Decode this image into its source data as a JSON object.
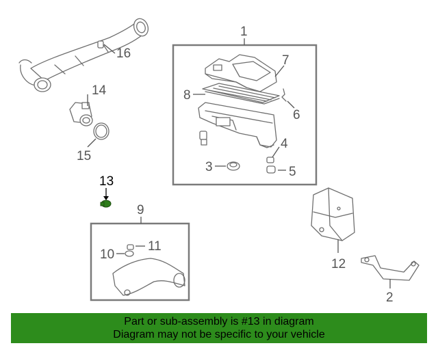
{
  "callouts": {
    "c1": "1",
    "c2": "2",
    "c3": "3",
    "c4": "4",
    "c5": "5",
    "c6": "6",
    "c7": "7",
    "c8": "8",
    "c9": "9",
    "c10": "10",
    "c11": "11",
    "c12": "12",
    "c13": "13",
    "c14": "14",
    "c15": "15",
    "c16": "16"
  },
  "highlighted_part": "13",
  "colors": {
    "banner": "#2d8c1c",
    "highlight_part": "#2e7d1a",
    "line": "#6e6e6e"
  },
  "banner": {
    "line1": "Part or sub-assembly is #13 in diagram",
    "line2": "Diagram may not be specific to your vehicle"
  }
}
